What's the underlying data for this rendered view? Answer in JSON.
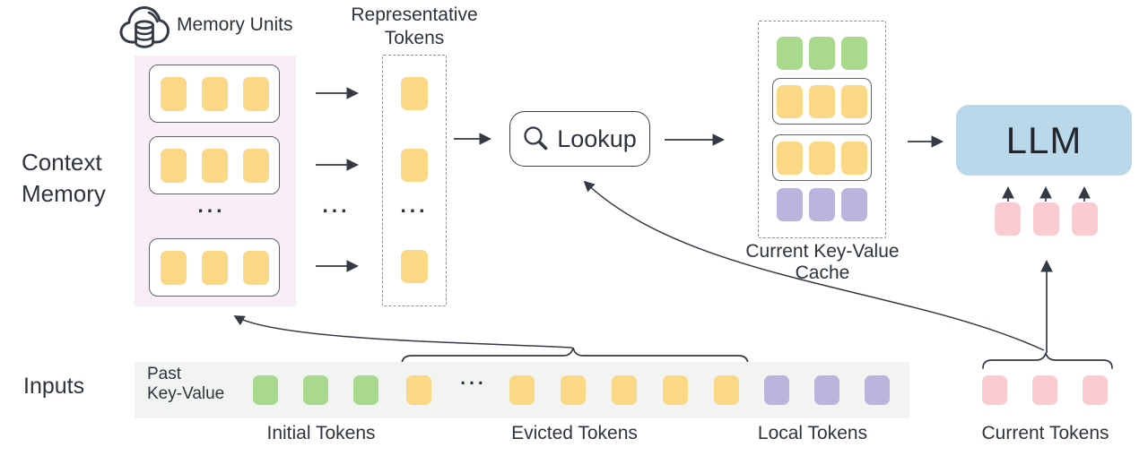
{
  "colors": {
    "ink": "#333A43",
    "text": "#2B3139",
    "yellow": "#FBD885",
    "green": "#A9D98C",
    "purple": "#B9B5DC",
    "pink": "#FACBD0",
    "blue": "#B9D9EA",
    "panel_pink": "#F9EEF6",
    "band_gray": "#F2F4F2"
  },
  "labels": {
    "context_memory_line1": "Context",
    "context_memory_line2": "Memory",
    "memory_units": "Memory Units",
    "representative_line1": "Representative",
    "representative_line2": "Tokens",
    "lookup": "Lookup",
    "cache_line1": "Current Key-Value",
    "cache_line2": "Cache",
    "llm": "LLM",
    "inputs": "Inputs",
    "past_kv_line1": "Past",
    "past_kv_line2": "Key-Value",
    "initial_tokens": "Initial Tokens",
    "evicted_tokens": "Evicted Tokens",
    "local_tokens": "Local Tokens",
    "current_tokens": "Current Tokens",
    "ellipsis": "..."
  },
  "icons": {
    "cloud_database": "cloud-database-icon",
    "magnifier": "magnifier-icon"
  },
  "tokens": {
    "memory_row": {
      "count": 3,
      "color": "yellow"
    },
    "rep_single": {
      "count": 1,
      "color": "yellow"
    },
    "cache_initial": {
      "count": 3,
      "color": "green"
    },
    "cache_memory_row": {
      "count": 3,
      "color": "yellow"
    },
    "cache_local": {
      "count": 3,
      "color": "purple"
    },
    "llm_current": {
      "count": 3,
      "color": "pink"
    },
    "band_initial": {
      "count": 3,
      "color": "green"
    },
    "band_evicted_head": {
      "count": 1,
      "color": "yellow"
    },
    "band_evicted_tail": {
      "count": 5,
      "color": "yellow"
    },
    "band_local": {
      "count": 3,
      "color": "purple"
    },
    "band_current": {
      "count": 3,
      "color": "pink"
    }
  }
}
